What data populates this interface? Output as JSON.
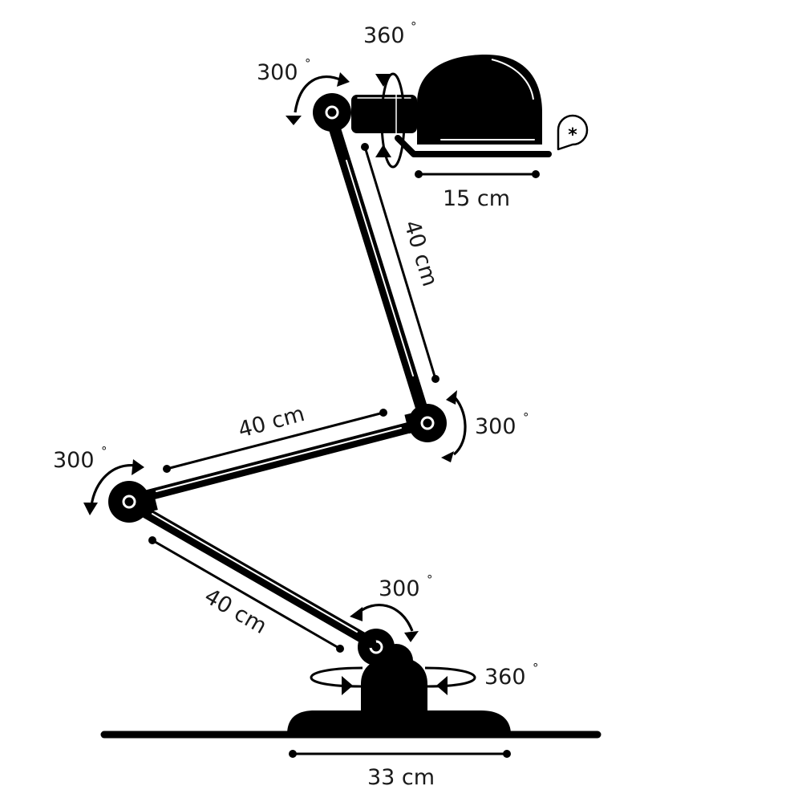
{
  "diagram": {
    "subject": "Articulated desk lamp with three arms",
    "colors": {
      "ink": "#000000",
      "text": "#1a1a1a",
      "background": "#ffffff"
    },
    "dimensions": {
      "shade_width": "15 cm",
      "upper_arm": "40 cm",
      "middle_arm": "40 cm",
      "lower_arm": "40 cm",
      "base_width": "33 cm"
    },
    "rotations": {
      "head_tilt": {
        "value": "300",
        "unit": "°"
      },
      "head_swivel": {
        "value": "360",
        "unit": "°"
      },
      "elbow_upper": {
        "value": "300",
        "unit": "°"
      },
      "elbow_lower": {
        "value": "300",
        "unit": "°"
      },
      "base_joint": {
        "value": "300",
        "unit": "°"
      },
      "base_swivel": {
        "value": "360",
        "unit": "°"
      }
    },
    "icons": {
      "bulb_badge": "light-bulb-asterisk-icon"
    }
  }
}
